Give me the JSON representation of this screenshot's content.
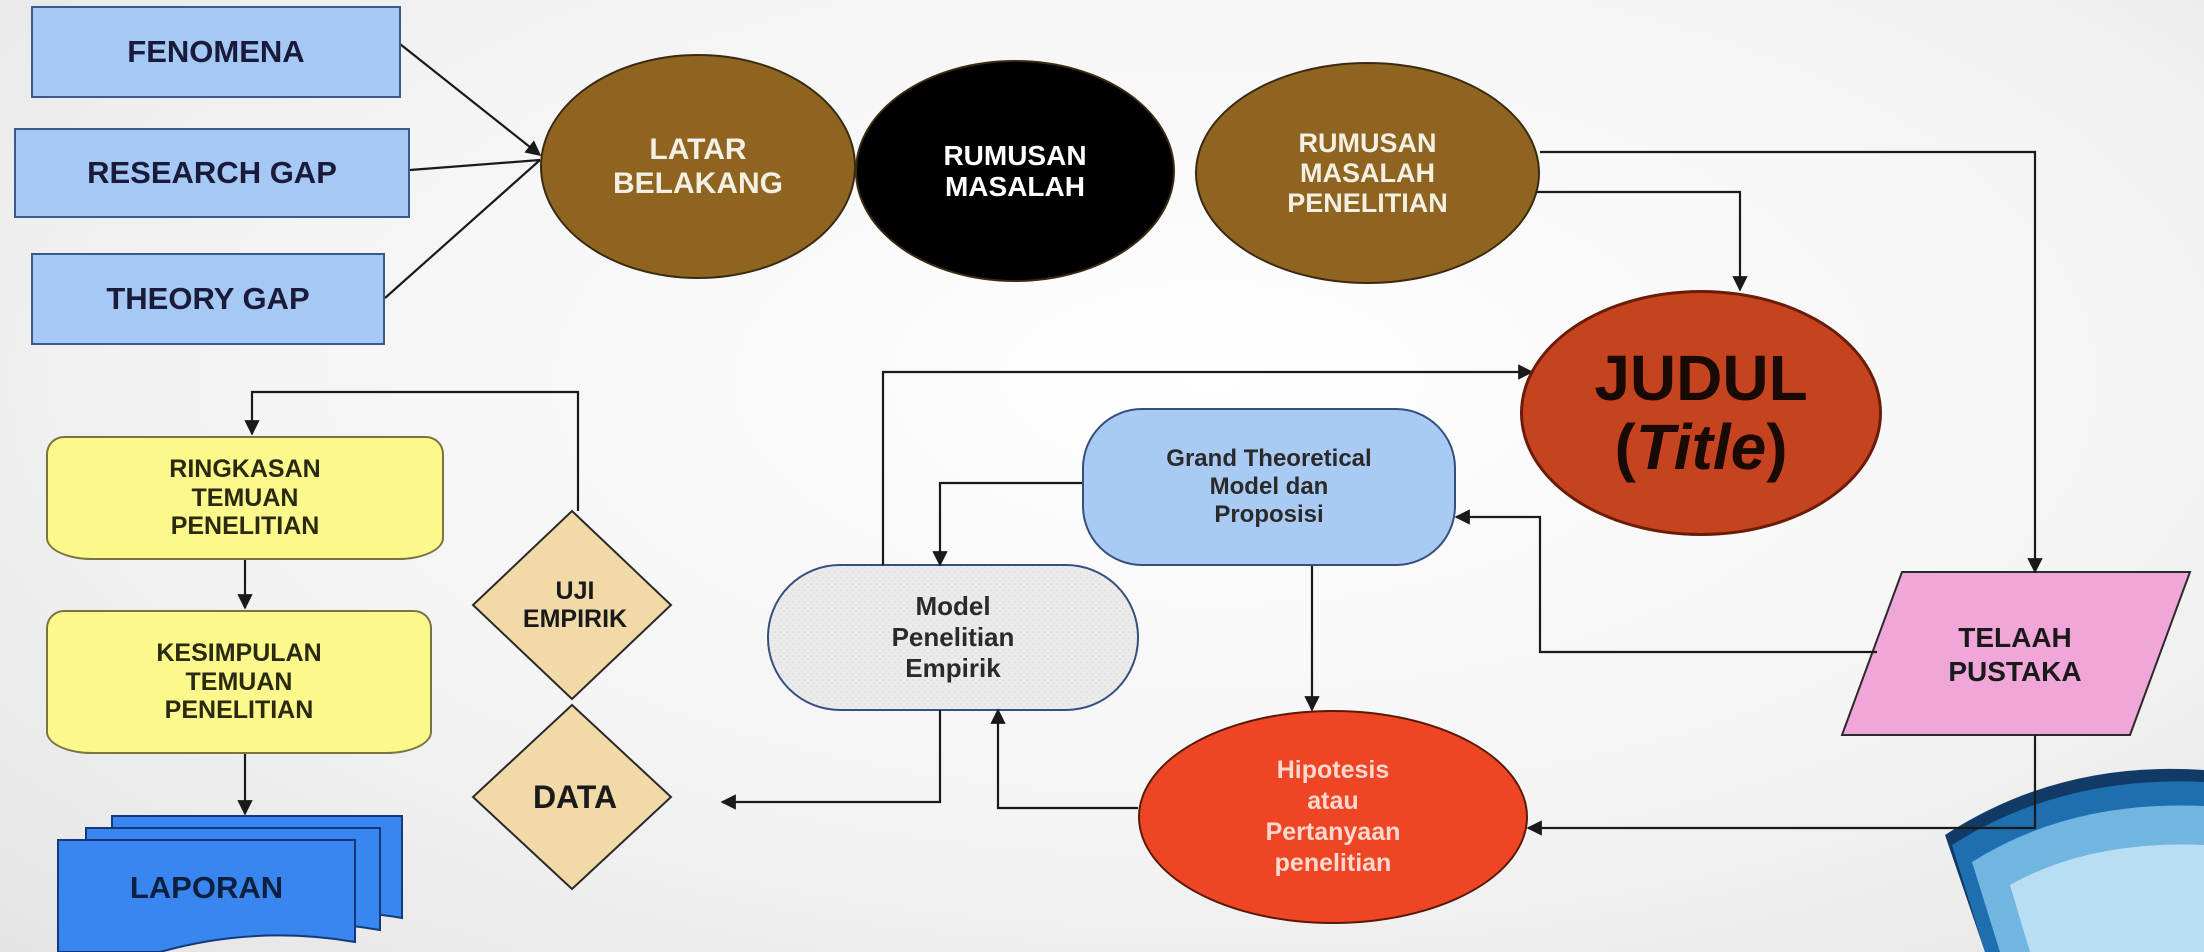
{
  "nodes": {
    "fenomena": "FENOMENA",
    "research_gap": "RESEARCH GAP",
    "theory_gap": "THEORY GAP",
    "latar_belakang": "LATAR\nBELAKANG",
    "rumusan_masalah": "RUMUSAN\nMASALAH",
    "rumusan_masalah_penelitian": "RUMUSAN\nMASALAH\nPENELITIAN",
    "judul": "JUDUL",
    "judul_paren_open": "(",
    "judul_title": "Title",
    "judul_paren_close": ")",
    "ringkasan": "RINGKASAN\nTEMUAN\nPENELITIAN",
    "kesimpulan": "KESIMPULAN\nTEMUAN\nPENELITIAN",
    "laporan": "LAPORAN",
    "uji_empirik": "UJI\nEMPIRIK",
    "data": "DATA",
    "model_penelitian_empirik": "Model\nPenelitian\nEmpirik",
    "grand_theoretical": "Grand Theoretical\nModel dan\nProposisi",
    "hipotesis": "Hipotesis\natau\nPertanyaan\npenelitian",
    "telaah_pustaka": "TELAAH\nPUSTAKA"
  },
  "colors": {
    "box_blue": "#a6c8f5",
    "brown": "#8e6420",
    "black": "#000000",
    "judul_red": "#c5431f",
    "yellow": "#fcf88c",
    "diamond_tan": "#f2d9a8",
    "pink": "#f0a6d8",
    "laporan_blue": "#3a86f0",
    "hipotesis_red": "#ee4624",
    "line": "#1a1a1a"
  }
}
